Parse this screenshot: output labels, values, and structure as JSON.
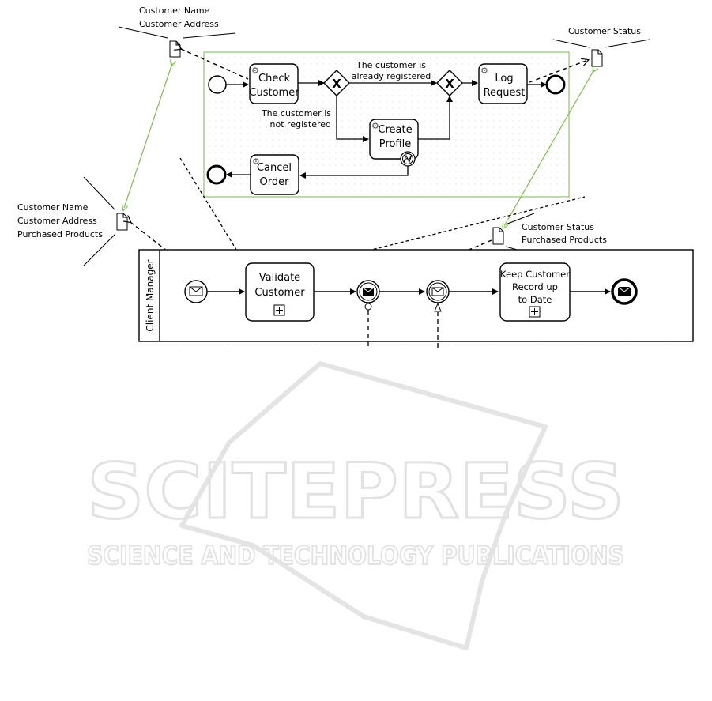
{
  "data_objects": {
    "top_left": [
      "Customer Name",
      "Customer Address"
    ],
    "left": [
      "Customer Name",
      "Customer Address",
      "Purchased Products"
    ],
    "top_right": [
      "Customer Status"
    ],
    "middle_right": [
      "Customer Status",
      "Purchased Products"
    ]
  },
  "subprocess": {
    "check_customer": [
      "Check",
      "Customer"
    ],
    "create_profile": [
      "Create",
      "Profile"
    ],
    "log_request": [
      "Log",
      "Request"
    ],
    "cancel_order": [
      "Cancel",
      "Order"
    ],
    "gateway_symbol": "X",
    "flow_registered": [
      "The customer is",
      "already registered"
    ],
    "flow_not_registered": [
      "The customer is",
      "not registered"
    ]
  },
  "pool": {
    "lane_label": "Client Manager",
    "validate_customer": [
      "Validate",
      "Customer"
    ],
    "keep_record": [
      "Keep Customer",
      "Record up",
      "to Date"
    ]
  },
  "watermark": {
    "big": "SCITEPRESS",
    "small": "SCIENCE AND TECHNOLOGY PUBLICATIONS"
  }
}
